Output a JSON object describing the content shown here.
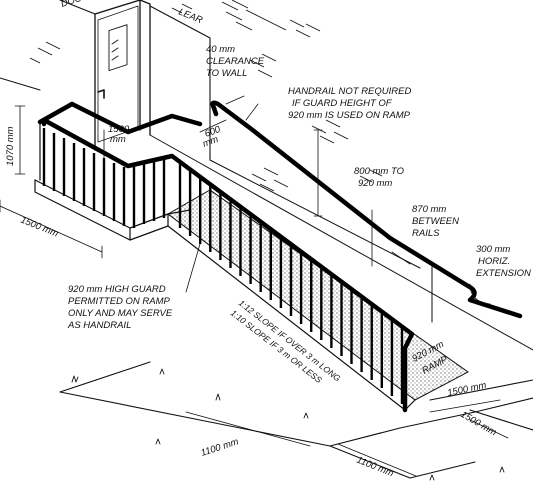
{
  "diagram": {
    "labels": {
      "door": "DOO",
      "door_clear": "LEAR",
      "clearance": [
        "40 mm",
        "CLEARANCE",
        "TO WALL"
      ],
      "handrail_note": [
        "HANDRAIL NOT REQUIRED",
        "IF GUARD HEIGHT OF",
        "920 mm IS USED ON RAMP"
      ],
      "landing_height": "1070 mm",
      "landing_depth": [
        "1500",
        "mm"
      ],
      "wall_offset": [
        "600",
        "mm"
      ],
      "rail_height": [
        "800 mm TO",
        "920 mm"
      ],
      "between_rails": [
        "870 mm",
        "BETWEEN",
        "RAILS"
      ],
      "horiz_extension": [
        "300 mm",
        "HORIZ.",
        "EXTENSION"
      ],
      "landing_width": "1500 mm",
      "guard_note": [
        "920 mm HIGH GUARD",
        "PERMITTED ON RAMP",
        "ONLY AND MAY SERVE",
        "AS HANDRAIL"
      ],
      "slope_note": [
        "1:12 SLOPE IF OVER 3 m LONG",
        "1:10 SLOPE IF 3 m OR LESS"
      ],
      "ramp_guard": [
        "920 mm",
        "RAMP"
      ],
      "bottom_landing": "1500 mm",
      "bottom_width": "1500 mm",
      "clear_left": "1100 mm",
      "clear_right": "1100 mm"
    }
  }
}
